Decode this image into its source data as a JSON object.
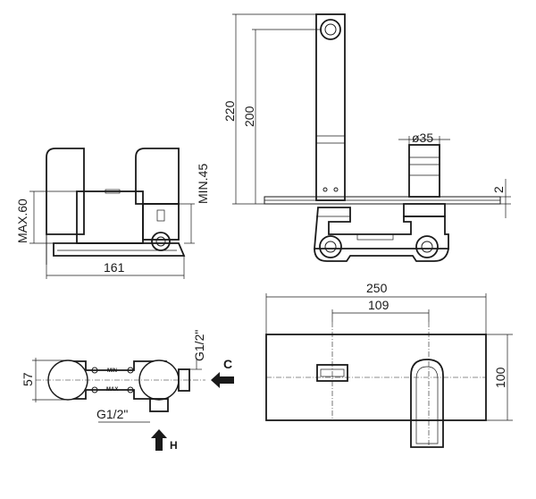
{
  "dimensions": {
    "max60": "MAX.60",
    "min45": "MIN.45",
    "d161": "161",
    "d220": "220",
    "d200": "200",
    "d35": "ø35",
    "d2": "2",
    "d57": "57",
    "g12_right": "G1/2\"",
    "g12_bottom": "G1/2\"",
    "d250": "250",
    "d109": "109",
    "d100": "100"
  },
  "labels": {
    "min": "MIN",
    "max": "MAX",
    "cold": "C",
    "hot": "H"
  }
}
